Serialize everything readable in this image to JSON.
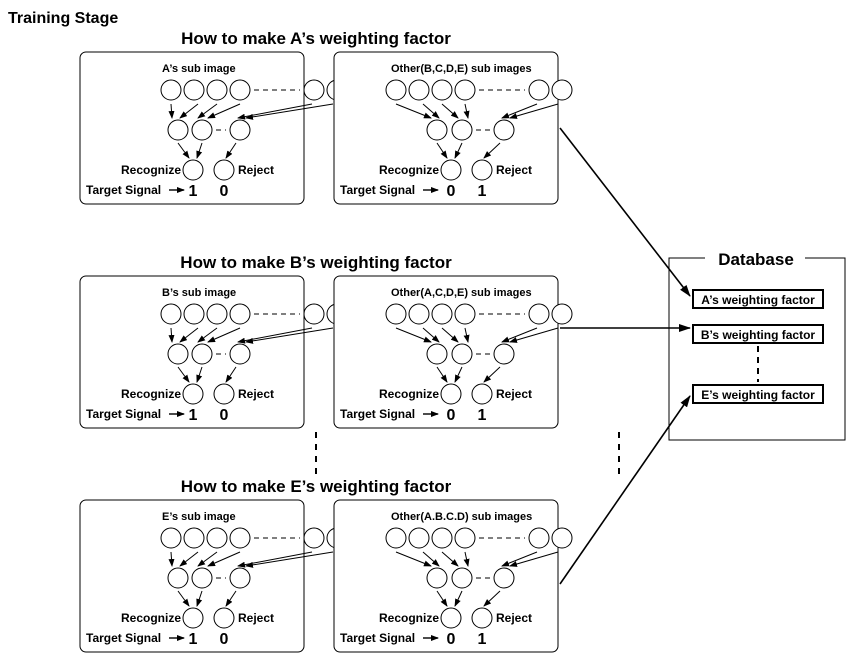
{
  "page_title": "Training Stage",
  "groups": [
    {
      "title": "How to make A’s weighting factor",
      "own_label": "A’s sub image",
      "other_label": "Other(B,C,D,E) sub images"
    },
    {
      "title": "How to make B’s weighting factor",
      "own_label": "B’s sub image",
      "other_label": "Other(A,C,D,E) sub images"
    },
    {
      "title": "How to make E’s weighting factor",
      "own_label": "E’s sub image",
      "other_label": "Other(A.B.C.D) sub images"
    }
  ],
  "labels": {
    "recognize": "Recognize",
    "reject": "Reject",
    "target_signal": "Target Signal",
    "own_targets": [
      "1",
      "0"
    ],
    "other_targets": [
      "0",
      "1"
    ]
  },
  "database": {
    "title": "Database",
    "items": [
      "A’s weighting factor",
      "B’s weighting factor",
      "E’s weighting factor"
    ]
  }
}
